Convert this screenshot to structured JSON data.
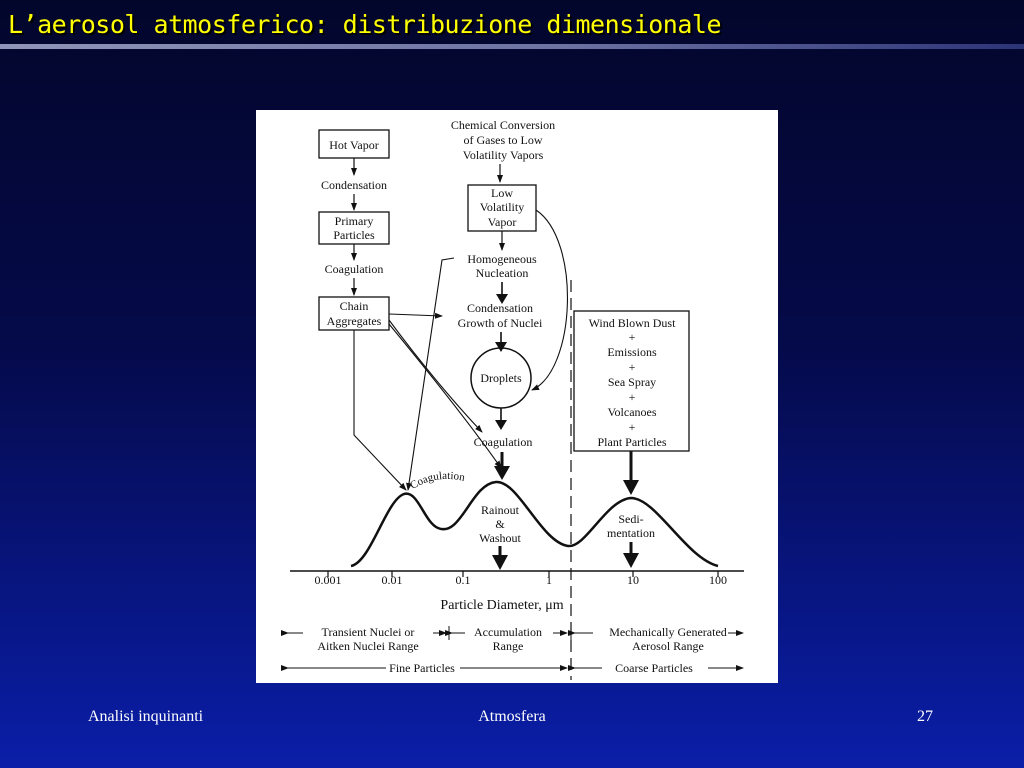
{
  "slide": {
    "title": "L’aerosol atmosferico: distribuzione dimensionale",
    "footer_left": "Analisi inquinanti",
    "footer_center": "Atmosfera",
    "page_number": "27"
  },
  "diagram": {
    "left_chain": {
      "hot_vapor": "Hot Vapor",
      "condensation": "Condensation",
      "primary_line1": "Primary",
      "primary_line2": "Particles",
      "coagulation": "Coagulation",
      "chain_line1": "Chain",
      "chain_line2": "Aggregates"
    },
    "center_chain": {
      "chem_line1": "Chemical Conversion",
      "chem_line2": "of Gases to Low",
      "chem_line3": "Volatility Vapors",
      "low_line1": "Low",
      "low_line2": "Volatility",
      "low_line3": "Vapor",
      "homo_line1": "Homogeneous",
      "homo_line2": "Nucleation",
      "cond_line1": "Condensation",
      "cond_line2": "Growth of Nuclei",
      "droplets": "Droplets",
      "coagulation": "Coagulation"
    },
    "right_box": {
      "line1": "Wind Blown Dust",
      "plus1": "+",
      "line2": "Emissions",
      "plus2": "+",
      "line3": "Sea Spray",
      "plus3": "+",
      "line4": "Volcanoes",
      "plus4": "+",
      "line5": "Plant Particles"
    },
    "curve_labels": {
      "coagulation_arc": "Coagulation",
      "rainout_line1": "Rainout",
      "rainout_line2": "&",
      "rainout_line3": "Washout",
      "sedi_line1": "Sedi-",
      "sedi_line2": "mentation"
    },
    "axis": {
      "ticks": [
        "0.001",
        "0.01",
        "0.1",
        "1",
        "10",
        "100"
      ],
      "label": "Particle Diameter, μm"
    },
    "ranges": {
      "nuclei_line1": "Transient Nuclei or",
      "nuclei_line2": "Aitken Nuclei Range",
      "accum_line1": "Accumulation",
      "accum_line2": "Range",
      "mech_line1": "Mechanically Generated",
      "mech_line2": "Aerosol Range",
      "fine": "Fine Particles",
      "coarse": "Coarse Particles"
    }
  }
}
